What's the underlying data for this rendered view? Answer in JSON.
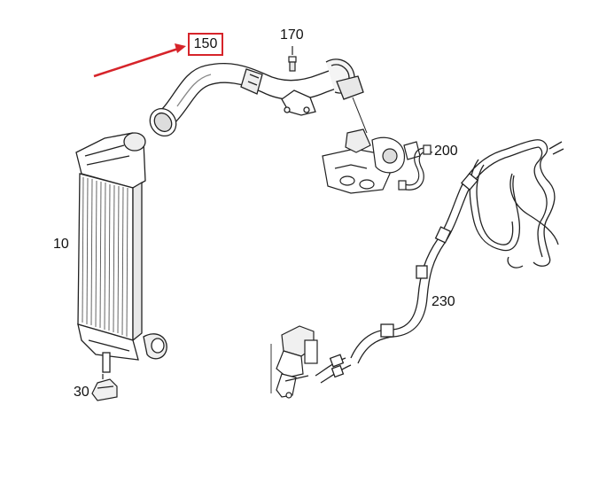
{
  "diagram": {
    "callouts": [
      {
        "id": "150",
        "text": "150",
        "part": "charge-air-hose",
        "highlighted": true
      },
      {
        "id": "170",
        "text": "170",
        "part": "bolt"
      },
      {
        "id": "200",
        "text": "200",
        "part": "small-line"
      },
      {
        "id": "10",
        "text": "10",
        "part": "charge-air-cooler"
      },
      {
        "id": "230",
        "text": "230",
        "part": "coolant-line"
      },
      {
        "id": "30",
        "text": "30",
        "part": "rubber-mount"
      }
    ],
    "colors": {
      "highlight": "#d6242a",
      "line": "#222222",
      "shade": "#bdbdbd",
      "fill": "#ffffff"
    }
  }
}
